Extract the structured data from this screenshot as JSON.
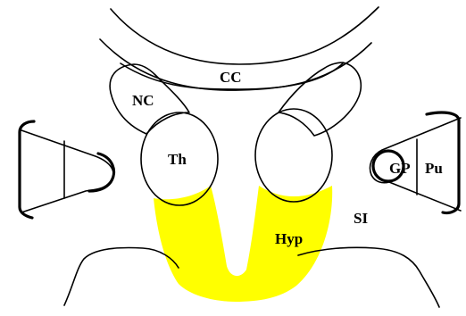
{
  "diagram": {
    "labels": {
      "corpus_callosum": "CC",
      "caudate_nucleus": "NC",
      "thalamus": "Th",
      "hypothalamus": "Hyp",
      "substantia_innominata": "SI",
      "globus_pallidus": "GP",
      "putamen": "Pu"
    },
    "colors": {
      "background": "#ffffff",
      "stroke": "#000000",
      "hypothalamus_fill": "#ffff00"
    }
  }
}
